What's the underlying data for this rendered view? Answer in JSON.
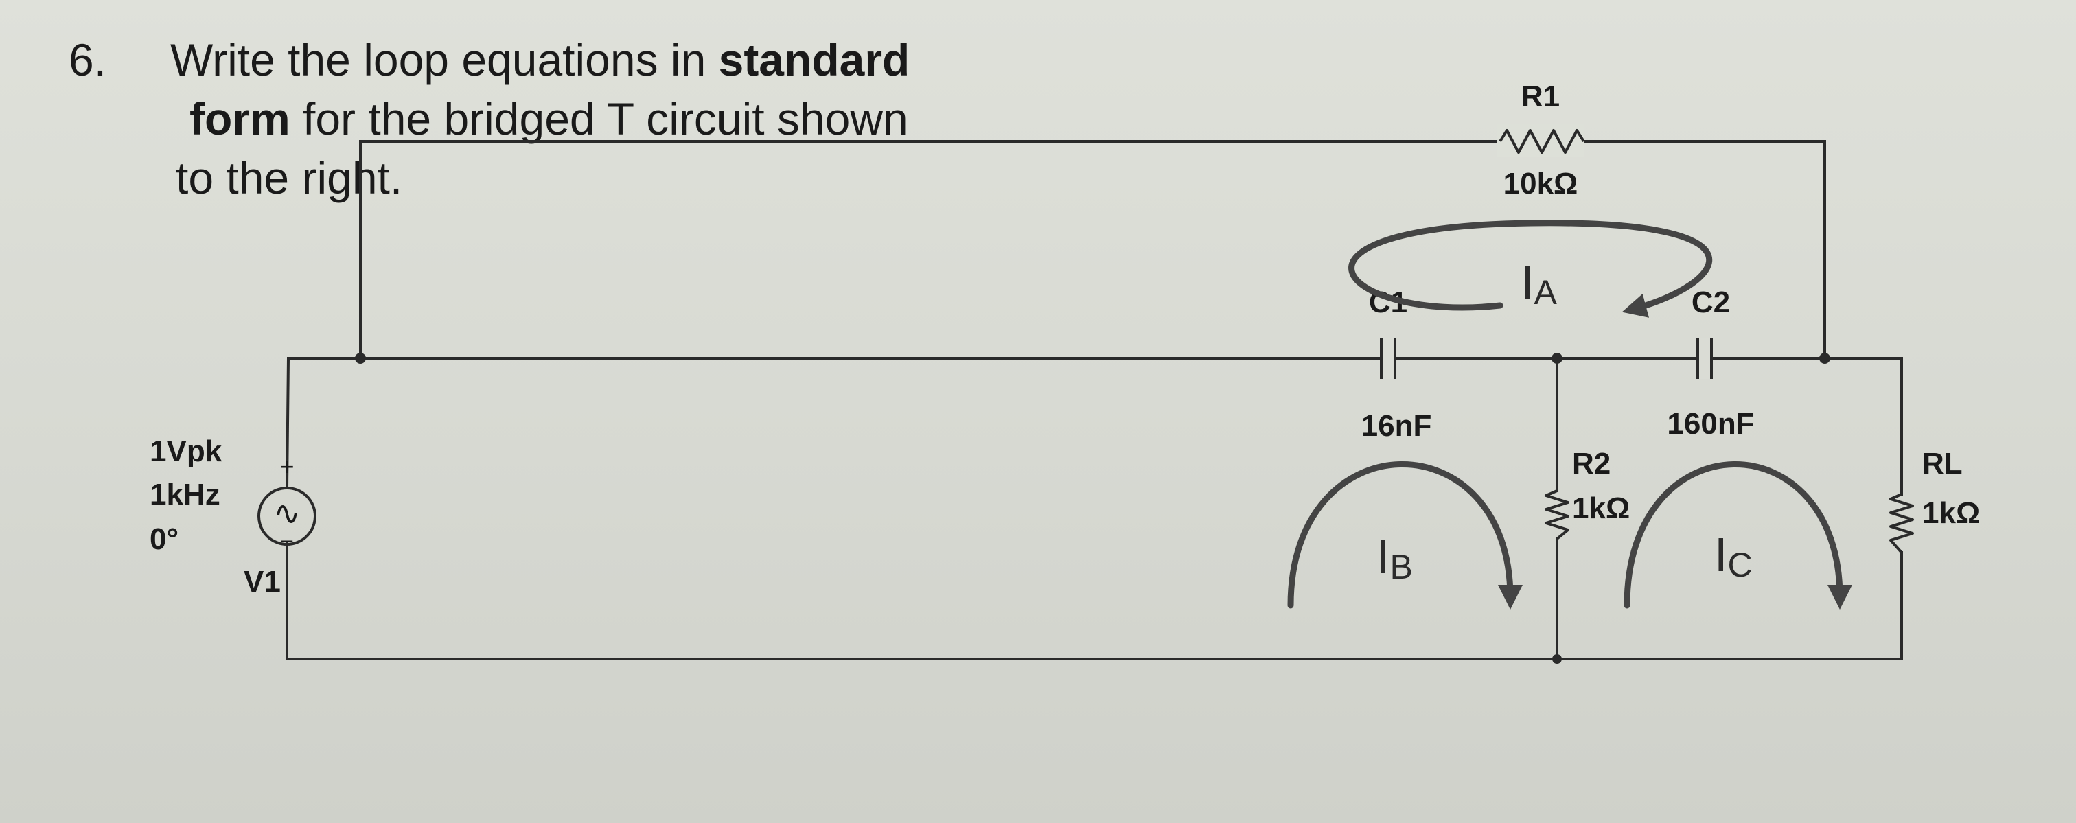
{
  "question": {
    "number": "6.",
    "line1_text": "Write the loop equations in ",
    "line1_bold": "standard",
    "line2_bold": "form",
    "line2_text": " for the bridged T circuit shown",
    "line3_text": "to the right."
  },
  "circuit": {
    "r1": {
      "name": "R1",
      "value": "10kΩ"
    },
    "c1": {
      "name": "C1",
      "value": "16nF"
    },
    "c2": {
      "name": "C2",
      "value": "160nF"
    },
    "r2": {
      "name": "R2",
      "value": "1kΩ"
    },
    "rl": {
      "name": "RL",
      "value": "1kΩ"
    },
    "source": {
      "name": "V1",
      "amplitude": "1Vpk",
      "frequency": "1kHz",
      "phase": "0°",
      "plus": "+",
      "minus": "−",
      "wave": "∿"
    },
    "loops": {
      "a": {
        "main": "I",
        "sub": "A"
      },
      "b": {
        "main": "I",
        "sub": "B"
      },
      "c": {
        "main": "I",
        "sub": "C"
      }
    }
  }
}
